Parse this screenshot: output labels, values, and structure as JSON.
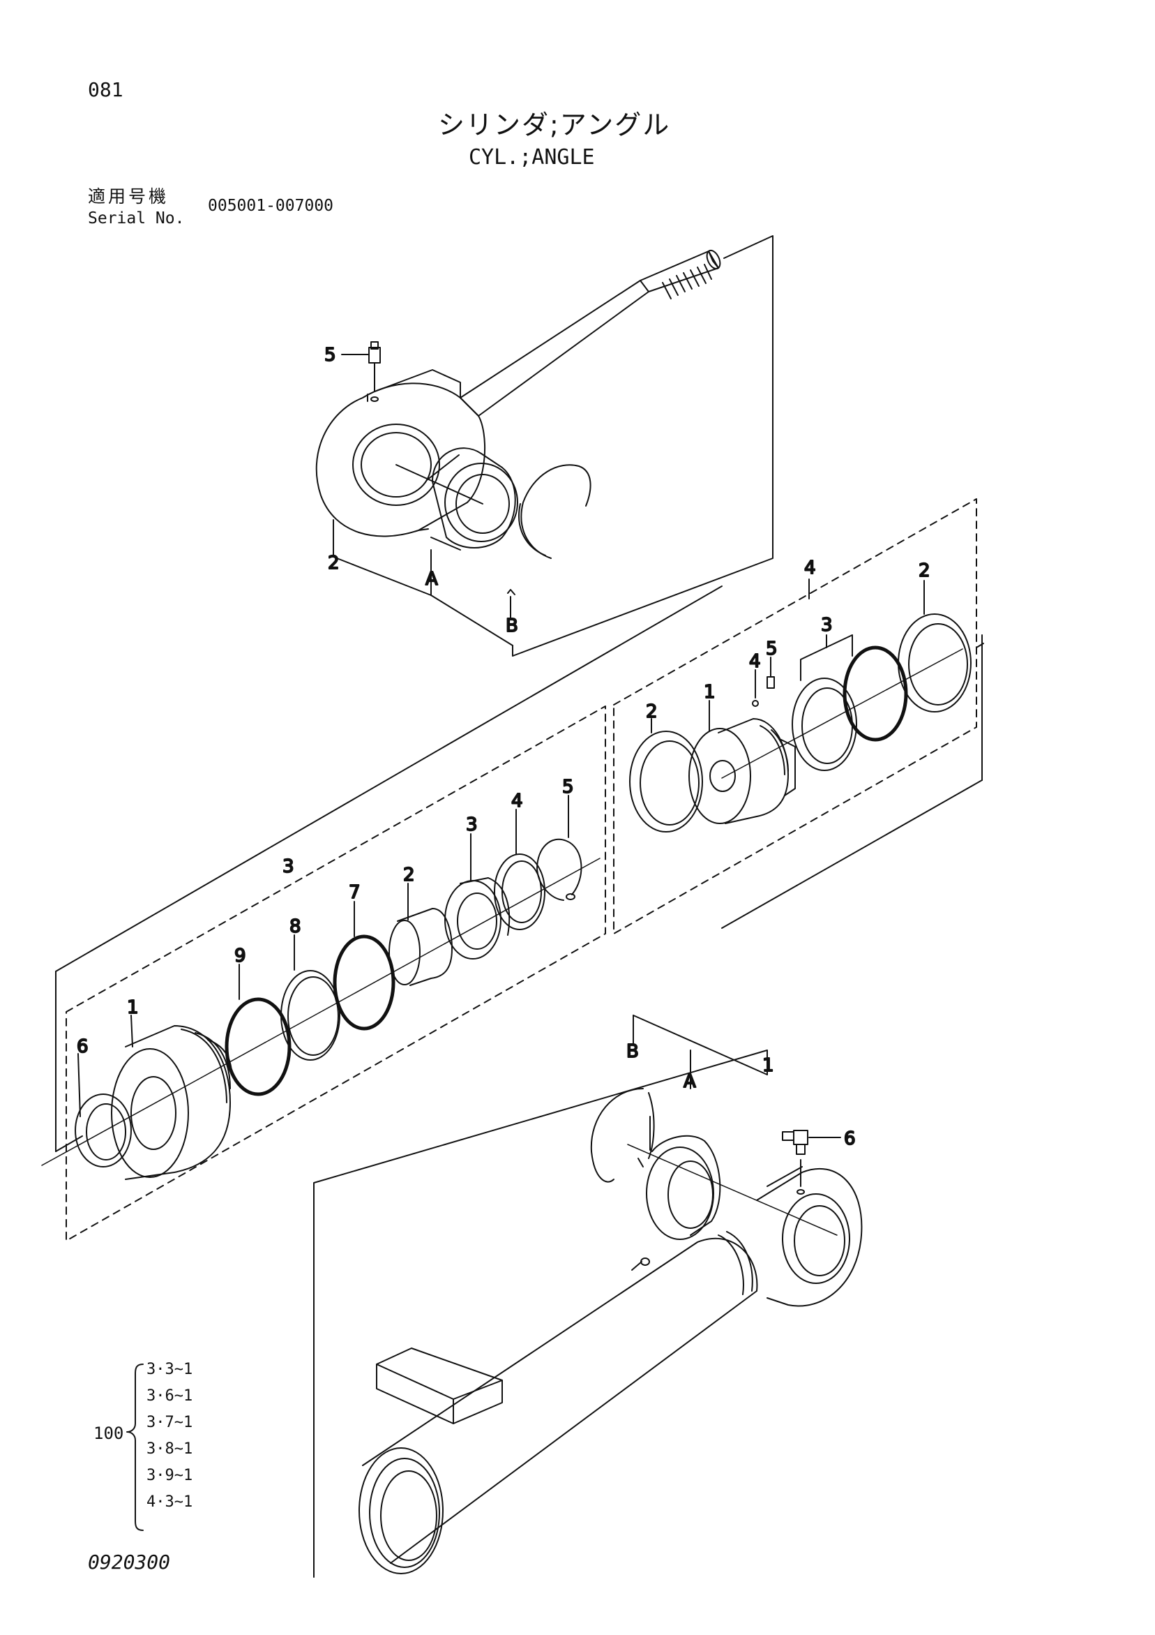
{
  "page_number": "081",
  "title_jp": "シリンダ;アングル",
  "title_en": "CYL.;ANGLE",
  "serial": {
    "label_jp": "適用号機",
    "label_en": "Serial No.",
    "range": "005001-007000"
  },
  "callouts": {
    "rod_grease_fitting": "5",
    "rod_eye": "2",
    "rod_bushing": "A",
    "rod_snap_ring": "B",
    "head_kit": "3",
    "head_item_1": "1",
    "head_item_2": "2",
    "head_item_3": "3",
    "head_item_4": "4",
    "head_item_5": "5",
    "head_item_6": "6",
    "head_item_7": "7",
    "head_item_8": "8",
    "head_item_9": "9",
    "piston_kit": "4",
    "piston_item_1": "1",
    "piston_item_2_left": "2",
    "piston_item_2_right": "2",
    "piston_item_3": "3",
    "piston_item_4": "4",
    "piston_item_5": "5",
    "tube": "1",
    "tube_bushing": "A",
    "tube_snap_ring": "B",
    "tube_grease_fitting": "6"
  },
  "references": {
    "quantity": "100",
    "items": [
      "3·3~1",
      "3·6~1",
      "3·7~1",
      "3·8~1",
      "3·9~1",
      "4·3~1"
    ]
  },
  "doc_code": "0920300",
  "colors": {
    "ink": "#111111",
    "paper": "#ffffff"
  }
}
